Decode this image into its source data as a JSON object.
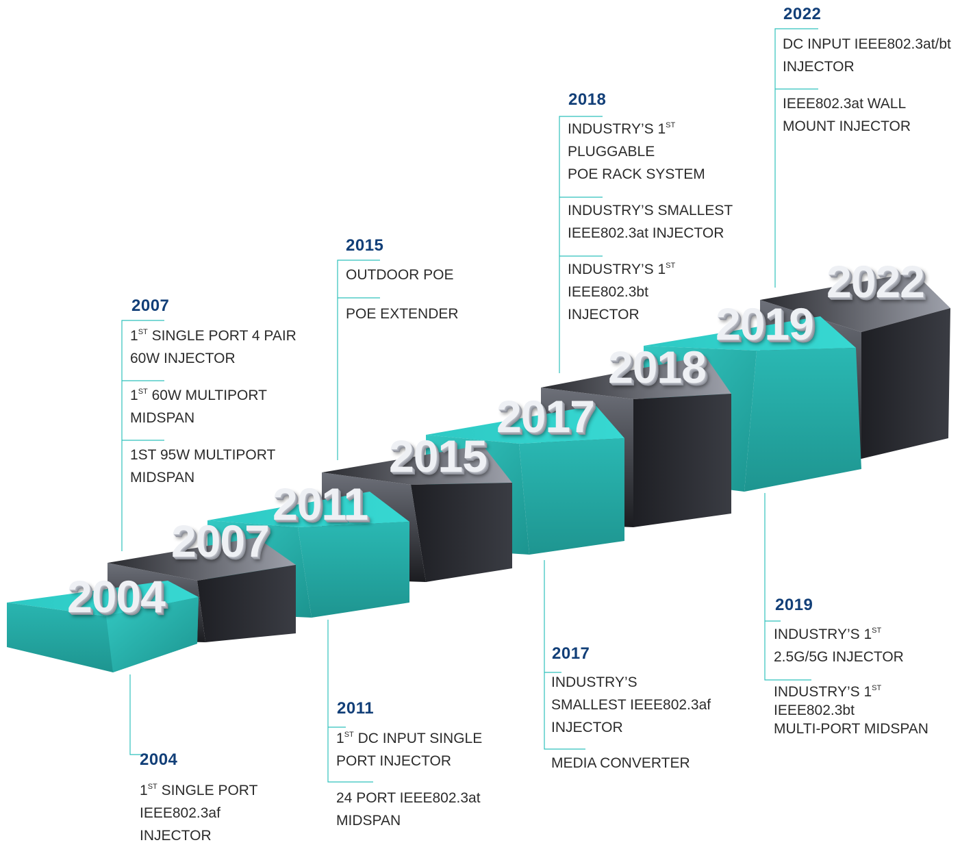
{
  "milestones": {
    "y2004": {
      "year": "2004",
      "i1_sup": "ST",
      "i1_a": "1",
      "i1_b": "SINGLE PORT",
      "i1_c": "IEEE802.3af",
      "i1_d": "INJECTOR"
    },
    "y2007": {
      "year": "2007",
      "i1_a": "1",
      "i1_sup": "ST",
      "i1_b": " SINGLE PORT 4 PAIR",
      "i1_c": "60W INJECTOR",
      "i2_a": "1",
      "i2_sup": "ST",
      "i2_b": " 60W MULTIPORT",
      "i2_c": "MIDSPAN",
      "i3_a": "1ST 95W MULTIPORT",
      "i3_b": "MIDSPAN"
    },
    "y2011": {
      "year": "2011",
      "i1_a": "1",
      "i1_sup": "ST",
      "i1_b": " DC INPUT SINGLE",
      "i1_c": "PORT INJECTOR",
      "i2_a": "24 PORT IEEE802.3at",
      "i2_b": "MIDSPAN"
    },
    "y2015": {
      "year": "2015",
      "i1": "OUTDOOR POE",
      "i2": "POE EXTENDER"
    },
    "y2017": {
      "year": "2017",
      "i1_a": "INDUSTRY’S",
      "i1_b": "SMALLEST IEEE802.3af",
      "i1_c": "INJECTOR",
      "i2": "MEDIA CONVERTER"
    },
    "y2018": {
      "year": "2018",
      "i1_a": "INDUSTRY’S 1",
      "i1_sup": "ST",
      "i1_b": "PLUGGABLE",
      "i1_c": "POE RACK SYSTEM",
      "i2_a": "INDUSTRY’S SMALLEST",
      "i2_b": "IEEE802.3at INJECTOR",
      "i3_a": "INDUSTRY’S 1",
      "i3_sup": "ST",
      "i3_b": "IEEE802.3bt",
      "i3_c": "INJECTOR"
    },
    "y2019": {
      "year": "2019",
      "i1_a": "INDUSTRY’S 1",
      "i1_sup": "ST",
      "i1_b": "2.5G/5G INJECTOR",
      "i2_a": "INDUSTRY’S 1",
      "i2_sup": "ST",
      "i2_b": "IEEE802.3bt",
      "i2_c": "MULTI-PORT MIDSPAN"
    },
    "y2022": {
      "year": "2022",
      "i1_a": "DC INPUT IEEE802.3at/bt",
      "i1_b": "INJECTOR",
      "i2_a": "IEEE802.3at WALL",
      "i2_b": "MOUNT INJECTOR"
    }
  },
  "blocks": [
    "2004",
    "2007",
    "2011",
    "2015",
    "2017",
    "2018",
    "2019",
    "2022"
  ],
  "colors": {
    "teal": "#2fc1bc",
    "dark": "#2a2b30",
    "navy": "#123f78",
    "line": "#2fc1bc"
  }
}
